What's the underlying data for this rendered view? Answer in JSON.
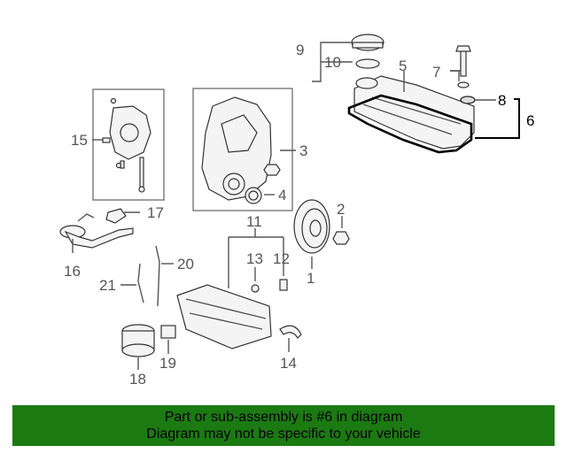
{
  "diagram": {
    "callouts": {
      "c1": "1",
      "c2": "2",
      "c3": "3",
      "c4": "4",
      "c5": "5",
      "c6": "6",
      "c7": "7",
      "c8": "8",
      "c9": "9",
      "c10": "10",
      "c11": "11",
      "c12": "12",
      "c13": "13",
      "c14": "14",
      "c15": "15",
      "c16": "16",
      "c17": "17",
      "c18": "18",
      "c19": "19",
      "c20": "20",
      "c21": "21"
    },
    "highlighted_part": "6"
  },
  "banner": {
    "line1": "Part or sub-assembly is #6 in diagram",
    "line2": "Diagram may not be specific to your vehicle",
    "background_color": "#1c7a12"
  }
}
